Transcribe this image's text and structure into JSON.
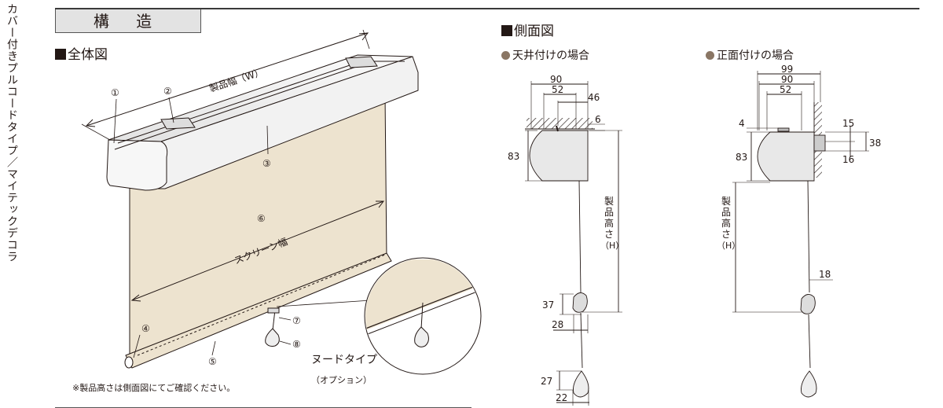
{
  "side_title": "カバー付きプルコードタイプ／マイテックデコラ",
  "section_title": "構 造",
  "full_view": {
    "heading": "全体図",
    "width_label": "製品幅（W）",
    "screen_width_label": "スクリーン幅",
    "callouts": [
      "①",
      "②",
      "③",
      "④",
      "⑤",
      "⑥",
      "⑦",
      "⑧"
    ],
    "option_type": "ヌードタイプ",
    "option_note": "（オプション）",
    "note": "※製品高さは側面図にてご確認ください。"
  },
  "side_view": {
    "heading": "側面図",
    "ceiling": {
      "label": "天井付けの場合",
      "dims": {
        "w90": "90",
        "w52": "52",
        "w46": "46",
        "d6": "6",
        "h83": "83",
        "h37": "37",
        "w28": "28",
        "h27": "27",
        "w22": "22"
      },
      "height_label": [
        "製",
        "品",
        "高",
        "さ"
      ],
      "height_H": "（H）"
    },
    "front": {
      "label": "正面付けの場合",
      "dims": {
        "w99": "99",
        "w90": "90",
        "w52": "52",
        "d4": "4",
        "h83": "83",
        "d15": "15",
        "d38": "38",
        "d16": "16",
        "w18": "18"
      },
      "height_label": [
        "製",
        "品",
        "高",
        "さ"
      ],
      "height_H": "（H）"
    }
  },
  "colors": {
    "fabric": "#ede3cf",
    "box": "#f2f2f2",
    "line": "#231815",
    "header_bg": "#e3e3e3",
    "dot": "#8a7664"
  }
}
